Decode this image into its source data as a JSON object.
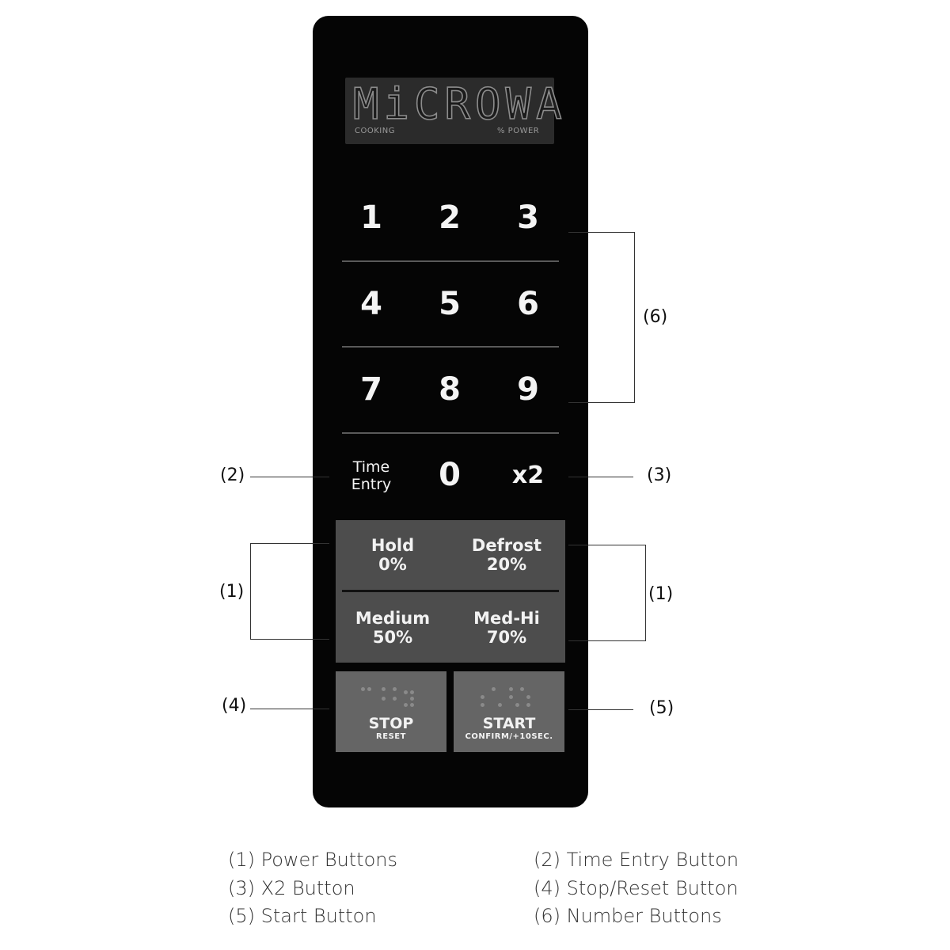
{
  "display": {
    "text": "MiCROWA",
    "label_left": "COOKING",
    "label_right": "% POWER"
  },
  "keypad": {
    "numbers": [
      "1",
      "2",
      "3",
      "4",
      "5",
      "6",
      "7",
      "8",
      "9",
      "0"
    ],
    "time_entry_line1": "Time",
    "time_entry_line2": "Entry",
    "x2": "x2"
  },
  "power": {
    "hold": {
      "name": "Hold",
      "level": "0%"
    },
    "defrost": {
      "name": "Defrost",
      "level": "20%"
    },
    "medium": {
      "name": "Medium",
      "level": "50%"
    },
    "medhi": {
      "name": "Med-Hi",
      "level": "70%"
    }
  },
  "stop": {
    "label": "STOP",
    "sub": "RESET"
  },
  "start": {
    "label": "START",
    "sub": "CONFIRM/+10SEC."
  },
  "callouts": {
    "c1": "(1)",
    "c2": "(2)",
    "c3": "(3)",
    "c4": "(4)",
    "c5": "(5)",
    "c6": "(6)"
  },
  "legend": [
    "(1) Power Buttons",
    "(2) Time Entry Button",
    "(3) X2 Button",
    "(4) Stop/Reset Button",
    "(5) Start Button",
    "(6) Number Buttons"
  ]
}
